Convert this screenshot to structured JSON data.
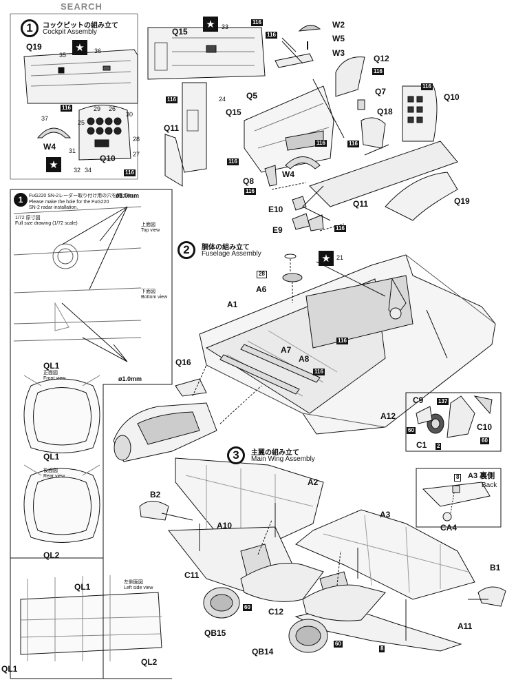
{
  "watermark": "SEARCH",
  "star_glyph": "★",
  "steps": {
    "s1": {
      "num": "1",
      "jp": "コックピットの組み立て",
      "en": "Cockpit Assembly"
    },
    "s2": {
      "num": "2",
      "jp": "胴体の組み立て",
      "en": "Fuselage Assembly"
    },
    "s3": {
      "num": "3",
      "jp": "主翼の組み立て",
      "en": "Main Wing Assembly"
    }
  },
  "radar_note": {
    "num": "1",
    "jp": "FuG220 SN-2レーダー取り付け用の穴を開ける。",
    "en": "Please make the hole for the FuG220 SN-2 radar installation.",
    "drill": "ø1.0mm",
    "scale_jp": "1/72 原寸図",
    "scale_en": "Full size drawing (1/72 scale)",
    "top_jp": "上面図",
    "top_en": "Top view",
    "bottom_jp": "下面図",
    "bottom_en": "Bottom view",
    "front_jp": "正面図",
    "front_en": "Front view",
    "rear_jp": "後面図",
    "rear_en": "Rear view",
    "left_jp": "左側面図",
    "left_en": "Left side view"
  },
  "parts": {
    "q19a": "Q19",
    "q15a": "Q15",
    "q11a": "Q11",
    "w4a": "W4",
    "q10a": "Q10",
    "w2": "W2",
    "w5": "W5",
    "w3": "W3",
    "q12": "Q12",
    "q5": "Q5",
    "q15b": "Q15",
    "q7": "Q7",
    "q18": "Q18",
    "q10b": "Q10",
    "w4b": "W4",
    "q8": "Q8",
    "e10": "E10",
    "e9": "E9",
    "q11b": "Q11",
    "q19b": "Q19",
    "a6": "A6",
    "a1": "A1",
    "a7": "A7",
    "a8": "A8",
    "q16": "Q16",
    "a12": "A12",
    "c9": "C9",
    "c1": "C1",
    "c10": "C10",
    "a2": "A2",
    "b2": "B2",
    "a10": "A10",
    "a3": "A3",
    "a3back_jp": "A3 裏側",
    "a3back_en": "Back",
    "ca4": "CA4",
    "c11": "C11",
    "c12": "C12",
    "b1": "B1",
    "qb15": "QB15",
    "qb14": "QB14",
    "a11": "A11",
    "ql1a": "QL1",
    "ql1b": "QL1",
    "ql2a": "QL2",
    "ql1c": "QL1",
    "ql1d": "QL1",
    "ql2b": "QL2"
  },
  "color_codes": {
    "c35": "35",
    "c36": "36",
    "c33": "33",
    "c24": "24",
    "c37": "37",
    "c29": "29",
    "c26": "26",
    "c30": "30",
    "c25": "25",
    "c28": "28",
    "c31": "31",
    "c27": "27",
    "c32": "32",
    "c34": "34",
    "c28b": "28",
    "c21": "21"
  },
  "paint_tags": {
    "t116a": "116",
    "t116b": "116",
    "t116c": "116",
    "t116d": "116",
    "t116e": "116",
    "t116f": "116",
    "t116g": "116",
    "t116h": "116",
    "t116i": "116",
    "t116j": "116",
    "t116k": "116",
    "t116l": "116",
    "t116m": "116",
    "t116n": "116",
    "t116o": "116",
    "t137": "137",
    "t2": "2",
    "t60a": "60",
    "t60b": "60",
    "t60c": "60",
    "t60d": "60",
    "t8a": "8",
    "t8b": "8"
  }
}
